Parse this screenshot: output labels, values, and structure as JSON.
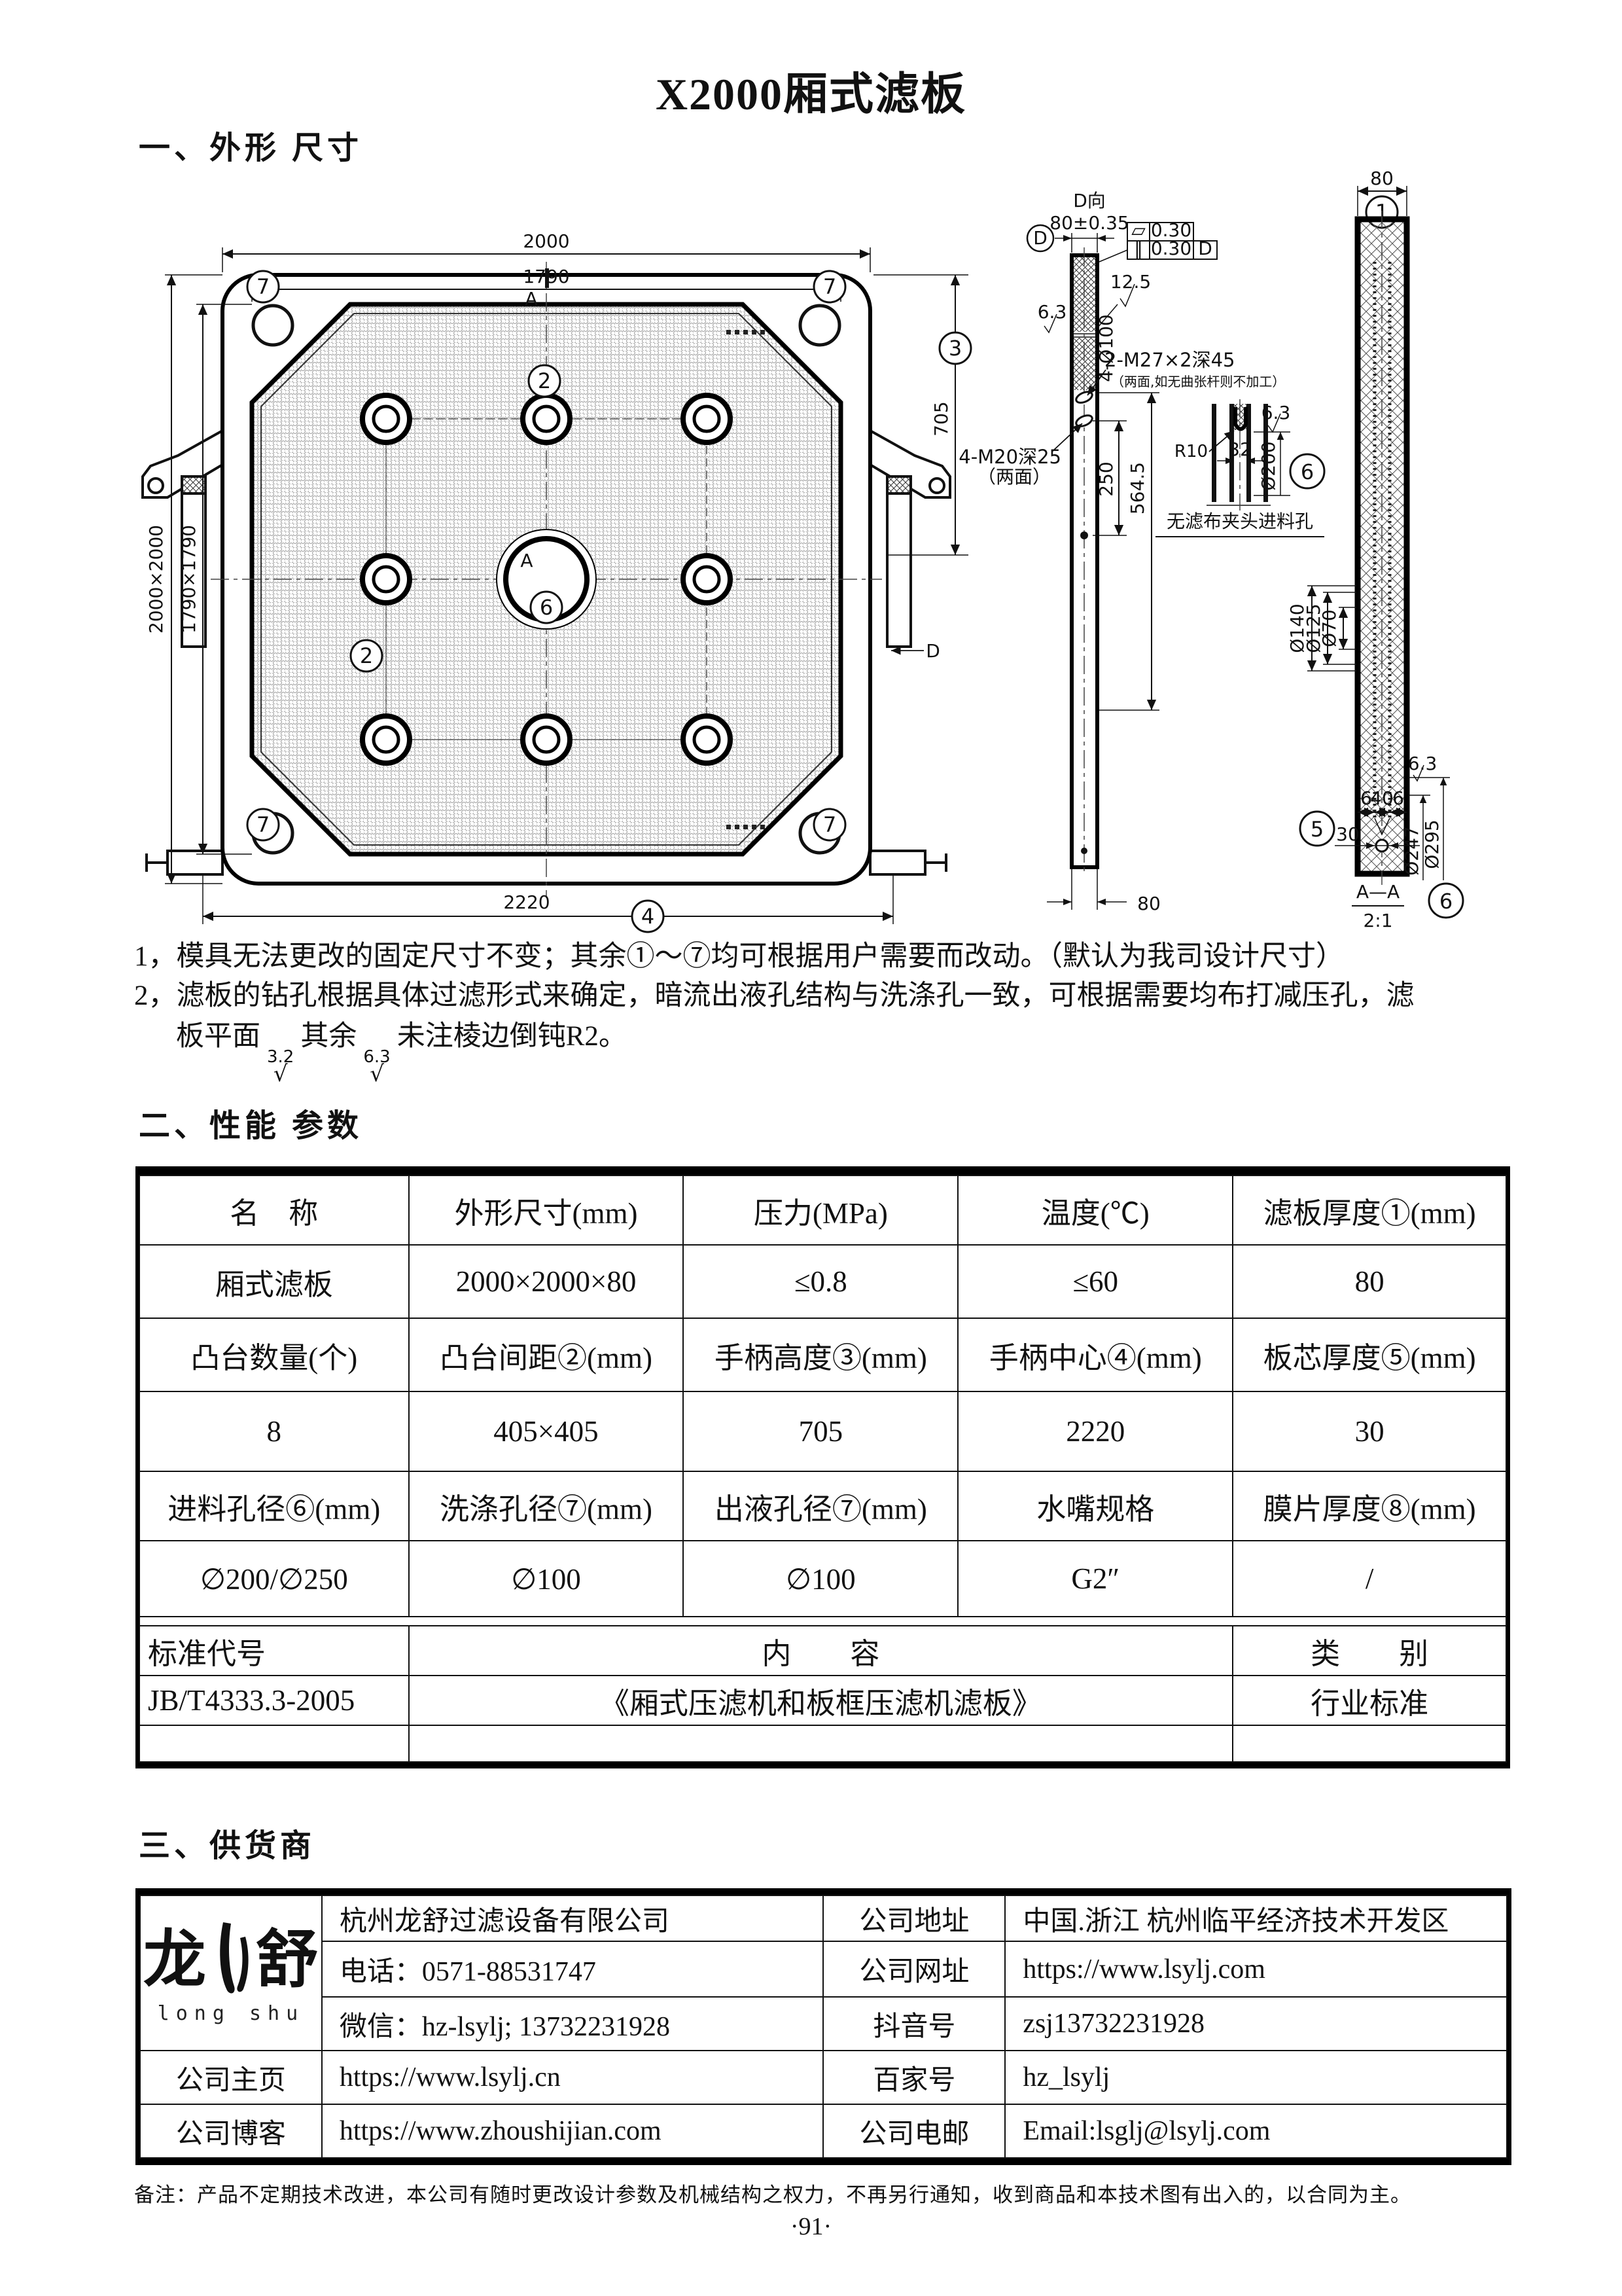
{
  "page": {
    "title": "X2000厢式滤板",
    "page_number": "·91·",
    "footer_note": "备注：产品不定期技术改进，本公司有随时更改设计参数及机械结构之权力，不再另行通知，收到商品和本技术图有出入的，以合同为主。"
  },
  "sections": {
    "s1": "一、外形 尺寸",
    "s2": "二、性能 参数",
    "s3": "三、供货商"
  },
  "notes": {
    "n1": "1，模具无法更改的固定尺寸不变；其余①～⑦均可根据用户需要而改动。（默认为我司设计尺寸）",
    "n2a": "2，滤板的钻孔根据具体过滤形式来确定，暗流出液孔结构与洗涤孔一致，可根据需要均布打减压孔，滤",
    "n2b_pre": "板平面",
    "rough1": "3.2",
    "n2b_mid": "其余",
    "rough2": "6.3",
    "n2b_end": "未注棱边倒钝R2。",
    "check": "√"
  },
  "drawing": {
    "front": {
      "dim_w": "2000",
      "dim_inner": "1790",
      "sec_a": "A",
      "dim_handle_h": "705",
      "dim_total_w": "2220",
      "dim_chain1": "2000×2000",
      "dim_chain2": "1790×1790",
      "dir_d": "D",
      "n2": "2",
      "n3": "3",
      "n4": "4",
      "n6": "6",
      "n7": "7",
      "a_center": "A"
    },
    "section": {
      "view_label": "D向",
      "datum": "D",
      "thickness_tol": "80±0.35",
      "gdt_flat_sym": "▱",
      "gdt_flat_val": "0.30",
      "gdt_par_sym": "∥",
      "gdt_par_val": "0.30",
      "gdt_par_ref": "D",
      "rough_125": "12.5",
      "rough_63": "6.3",
      "holes_top": "4-Ø100",
      "thread1": "2-M27×2深45",
      "thread1_note": "（两面,如无曲张杆则不加工）",
      "thread2": "4-M20深25",
      "thread2_note": "（两面）",
      "dim_250": "250",
      "dim_5645": "564.5",
      "dim_80": "80"
    },
    "detail": {
      "r10": "R10",
      "dim_32": "32",
      "rough_63": "6.3",
      "dia_200": "Ø200",
      "n6": "6",
      "caption": "无滤布夹头进料孔"
    },
    "aa": {
      "dim_80": "80",
      "n1": "1",
      "dia_140": "Ø140",
      "dia_125": "Ø125",
      "dia_70": "Ø70",
      "n5": "5",
      "dim_30": "30",
      "dim_6": "6",
      "dim_40": "40",
      "dia_247": "Ø247",
      "dia_295": "Ø295",
      "rough_63": "6.3",
      "n6": "6",
      "label": "A—A",
      "scale": "2:1"
    }
  },
  "param_table": {
    "rows": [
      {
        "cells": [
          "名　称",
          "外形尺寸(mm)",
          "压力(MPa)",
          "温度(℃)",
          "滤板厚度①(mm)"
        ]
      },
      {
        "cells": [
          "厢式滤板",
          "2000×2000×80",
          "≤0.8",
          "≤60",
          "80"
        ]
      },
      {
        "cells": [
          "凸台数量(个)",
          "凸台间距②(mm)",
          "手柄高度③(mm)",
          "手柄中心④(mm)",
          "板芯厚度⑤(mm)"
        ]
      },
      {
        "cells": [
          "8",
          "405×405",
          "705",
          "2220",
          "30"
        ]
      },
      {
        "cells": [
          "进料孔径⑥(mm)",
          "洗涤孔径⑦(mm)",
          "出液孔径⑦(mm)",
          "水嘴规格",
          "膜片厚度⑧(mm)"
        ]
      },
      {
        "cells": [
          "∅200/∅250",
          "∅100",
          "∅100",
          "G2″",
          "/"
        ]
      }
    ],
    "std_header": {
      "c1": "标准代号",
      "c2": "内　　容",
      "c3": "类　　别"
    },
    "std_row": {
      "c1": "JB/T4333.3-2005",
      "c2": "《厢式压滤机和板框压滤机滤板》",
      "c3": "行业标准"
    }
  },
  "supplier": {
    "logo": {
      "cn_left": "龙",
      "cn_right": "舒",
      "en": "long shu"
    },
    "r1": {
      "v1": "杭州龙舒过滤设备有限公司",
      "k2": "公司地址",
      "v2": "中国.浙江 杭州临平经济技术开发区"
    },
    "r2": {
      "v1": "电话：0571-88531747",
      "k2": "公司网址",
      "v2": "https://www.lsylj.com"
    },
    "r3": {
      "v1": "微信：hz-lsylj; 13732231928",
      "k2": "抖音号",
      "v2": "zsj13732231928"
    },
    "r4": {
      "k1": "公司主页",
      "v1": "https://www.lsylj.cn",
      "k2": "百家号",
      "v2": "hz_lsylj"
    },
    "r5": {
      "k1": "公司博客",
      "v1": "https://www.zhoushijian.com",
      "k2": "公司电邮",
      "v2": "Email:lsglj@lsylj.com"
    }
  }
}
